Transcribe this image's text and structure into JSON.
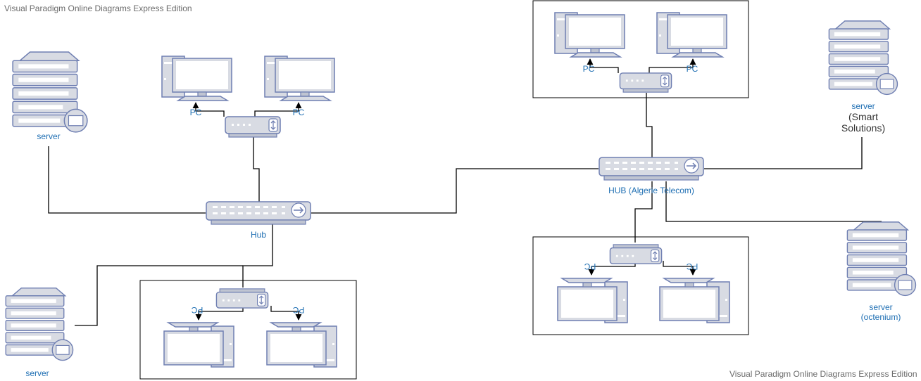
{
  "watermark": {
    "top": "Visual Paradigm Online Diagrams Express Edition",
    "bottom": "Visual Paradigm Online Diagrams Express Edition"
  },
  "labels": {
    "server_top_left": "server",
    "server_bottom_left": "server",
    "server_smart_line1": "server",
    "server_smart_line2": "(Smart",
    "server_smart_line3": "Solutions)",
    "server_octenium_line1": "server",
    "server_octenium_line2": "(octenium)",
    "hub_main": "Hub",
    "hub_algerie": "HUB (Algerie Telecom)",
    "pc": "PC"
  },
  "colors": {
    "device_fill": "#d8dbe3",
    "device_stroke": "#6f7fb2",
    "label_blue": "#1f6fb3",
    "wire": "#000000"
  },
  "icons": [
    "server-icon",
    "hub-icon",
    "switch-icon",
    "pc-icon"
  ]
}
